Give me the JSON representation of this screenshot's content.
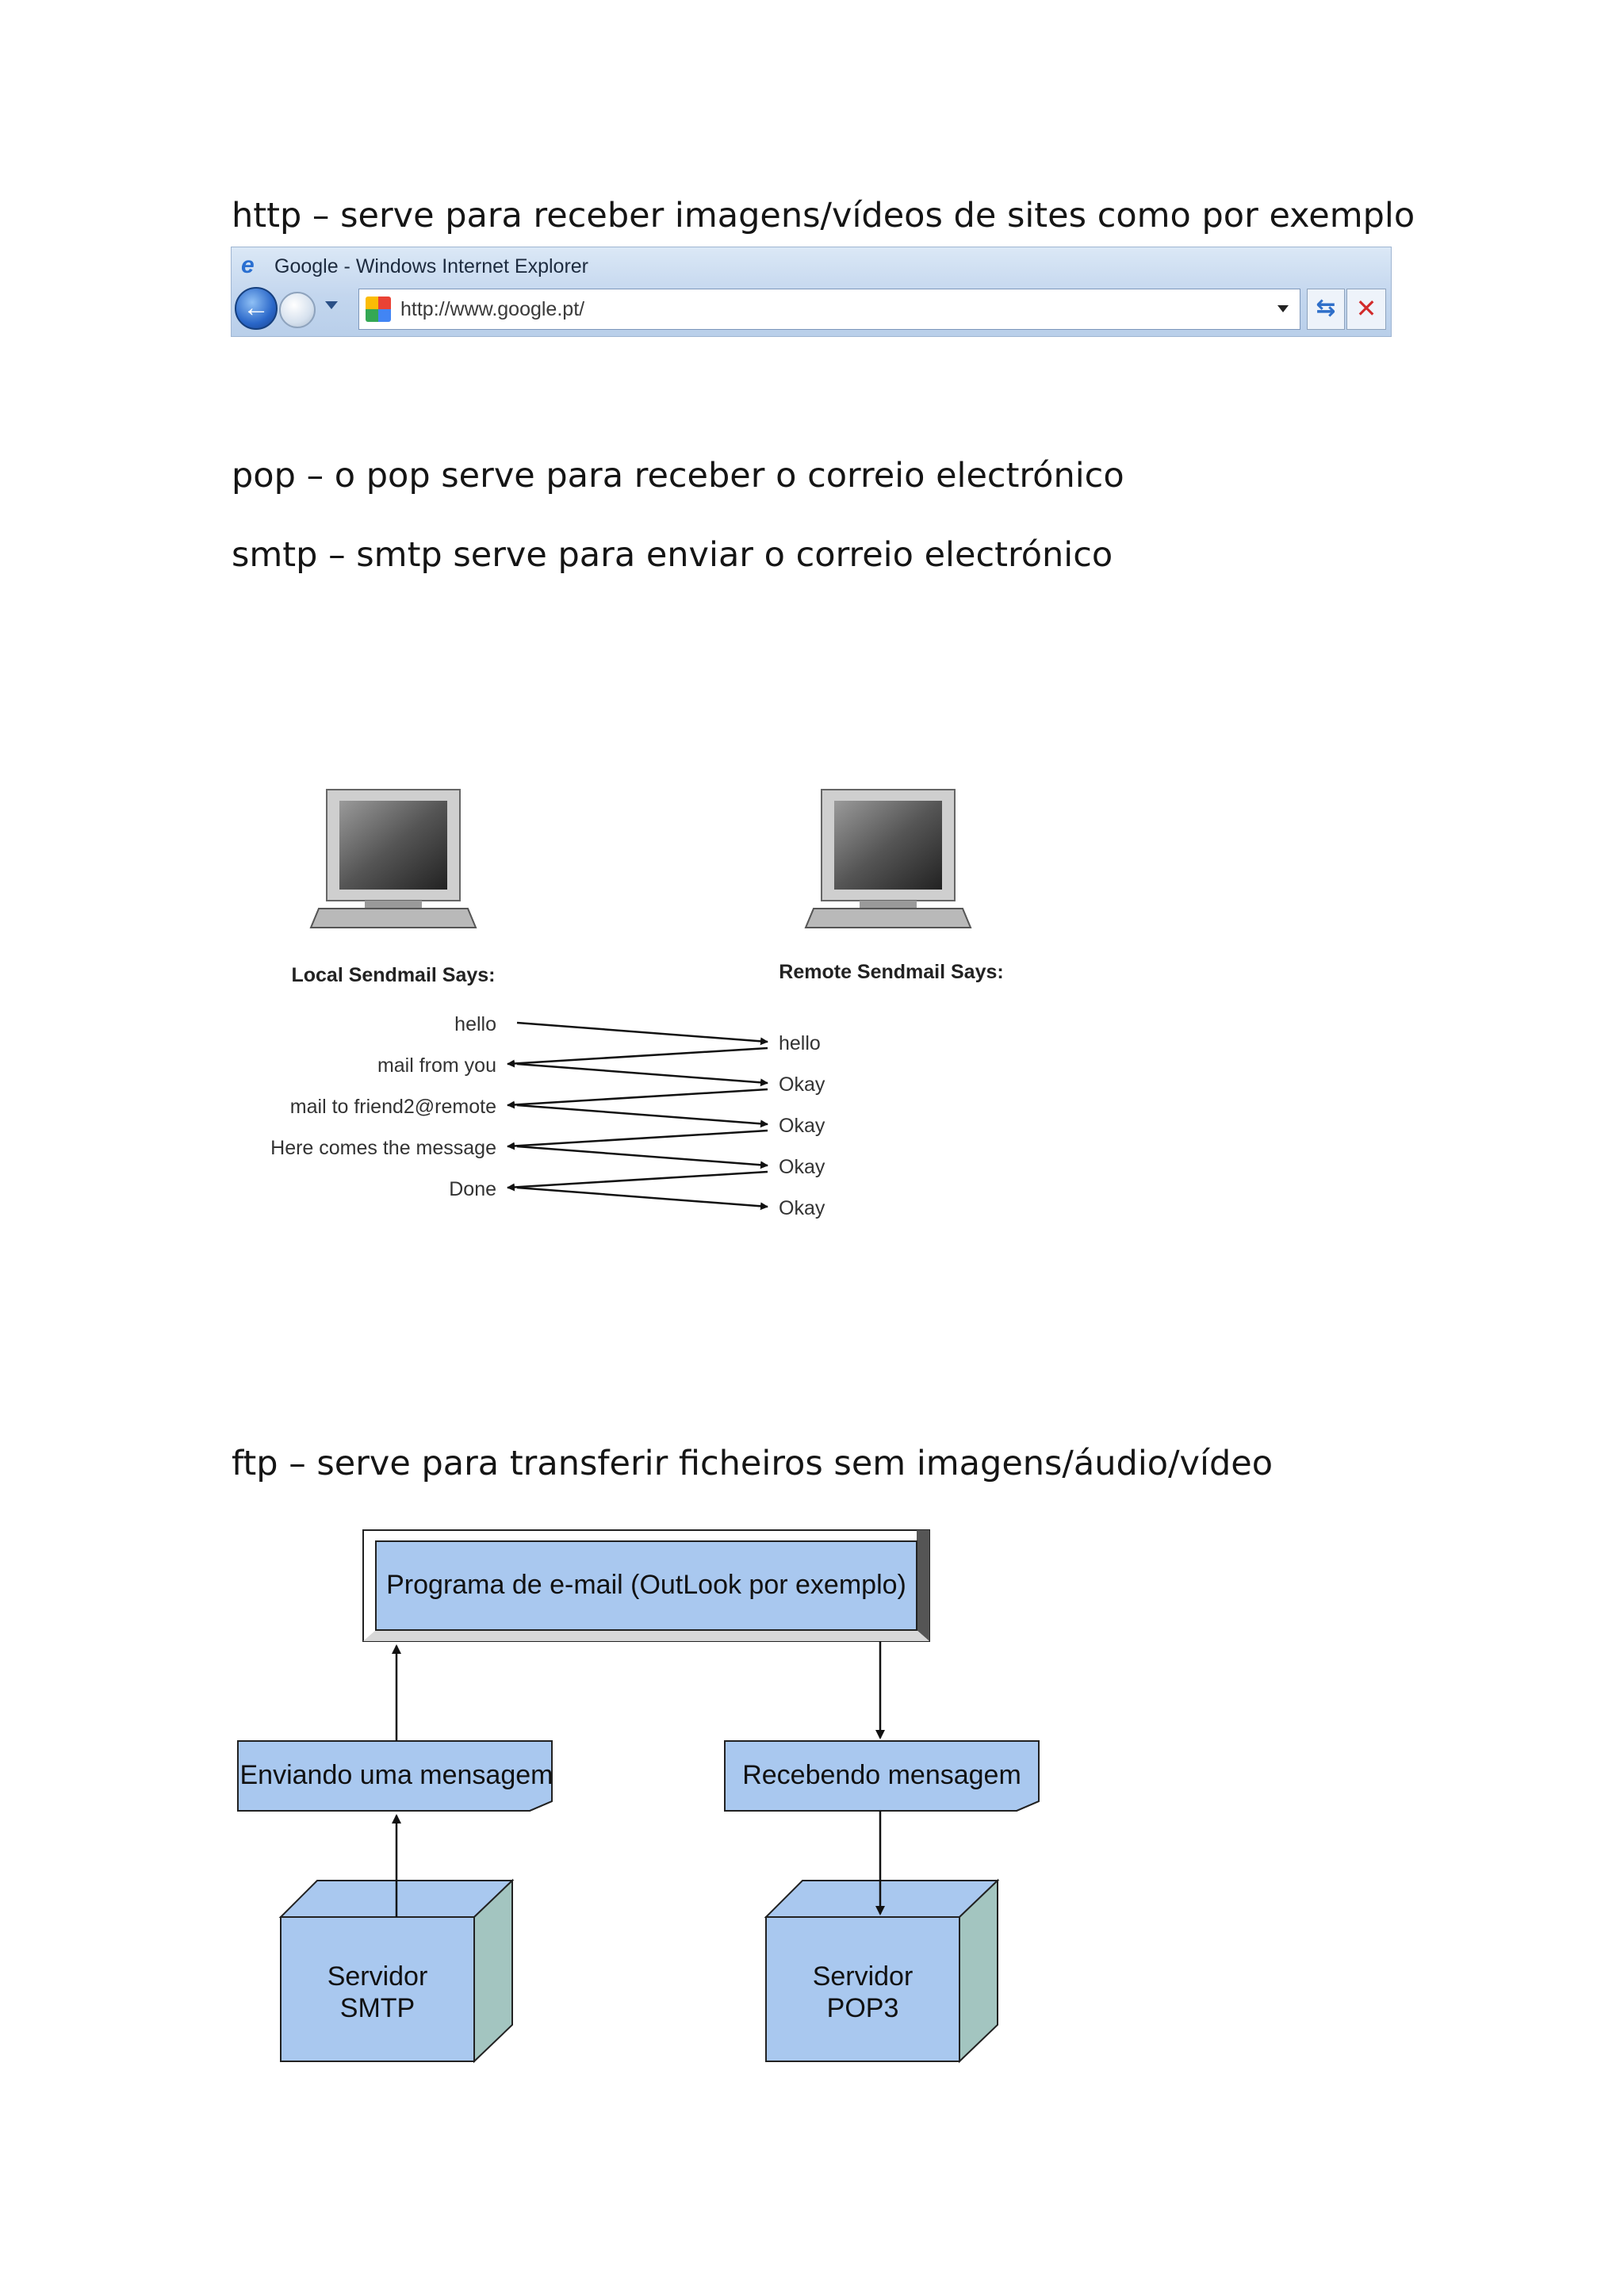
{
  "paragraphs": {
    "http": "http – serve para receber imagens/vídeos de sites como por exemplo",
    "pop": "pop – o pop serve para receber o correio electrónico",
    "smtp": "smtp – smtp serve para enviar o correio electrónico",
    "ftp": "ftp – serve para transferir ficheiros sem imagens/áudio/vídeo"
  },
  "browser": {
    "title": "Google - Windows Internet Explorer",
    "url": "http://www.google.pt/"
  },
  "smtp_diagram": {
    "local_heading": "Local Sendmail Says:",
    "remote_heading": "Remote Sendmail Says:",
    "local_messages": [
      "hello",
      "mail from you",
      "mail to friend2@remote",
      "Here comes the message",
      "Done"
    ],
    "remote_messages": [
      "hello",
      "Okay",
      "Okay",
      "Okay",
      "Okay"
    ]
  },
  "mail_flow_diagram": {
    "client": "Programa de e-mail (OutLook por exemplo)",
    "sending": "Enviando uma mensagem",
    "receiving": "Recebendo mensagem",
    "smtp_server": [
      "Servidor",
      "SMTP"
    ],
    "pop3_server": [
      "Servidor",
      "POP3"
    ]
  },
  "colors": {
    "box_fill": "#a9c8ef",
    "cube_side": "#a3c5c0"
  }
}
